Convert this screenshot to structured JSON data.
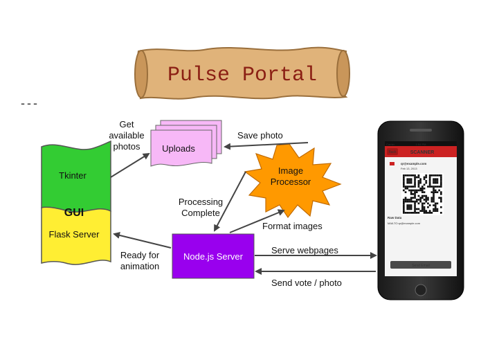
{
  "title": "Pulse Portal",
  "dash_mark": "---",
  "nodes": {
    "tkinter": "Tkinter",
    "gui": "GUI",
    "flask": "Flask Server",
    "uploads": "Uploads",
    "image_processor": [
      "Image",
      "Processor"
    ],
    "nodejs": "Node.js Server"
  },
  "edges": {
    "get_photos": [
      "Get",
      "available",
      "photos"
    ],
    "save_photo": "Save photo",
    "processing_complete": [
      "Processing",
      "Complete"
    ],
    "format_images": "Format images",
    "ready_animation": [
      "Ready for",
      "animation"
    ],
    "serve_webpages": "Serve webpages",
    "send_vote": "Send vote / photo"
  },
  "phone": {
    "status_carrier": "Carrier",
    "status_time": "1:54 PM",
    "back": "Back",
    "header": "SCANNER",
    "email": "qr@example.com",
    "date": "Feb 13, 2013",
    "raw_data_label": "Raw Data",
    "raw_data_value": "MAILTO:qr@example.com",
    "send_button": "Send Email"
  },
  "colors": {
    "tkinter_fill": "#33cc33",
    "flask_fill": "#ffee33",
    "uploads_fill": "#f7b8f7",
    "processor_fill": "#ff9900",
    "nodejs_fill": "#9900ee",
    "scroll_fill": "#e0b37a",
    "title_color": "#8b1f14"
  }
}
